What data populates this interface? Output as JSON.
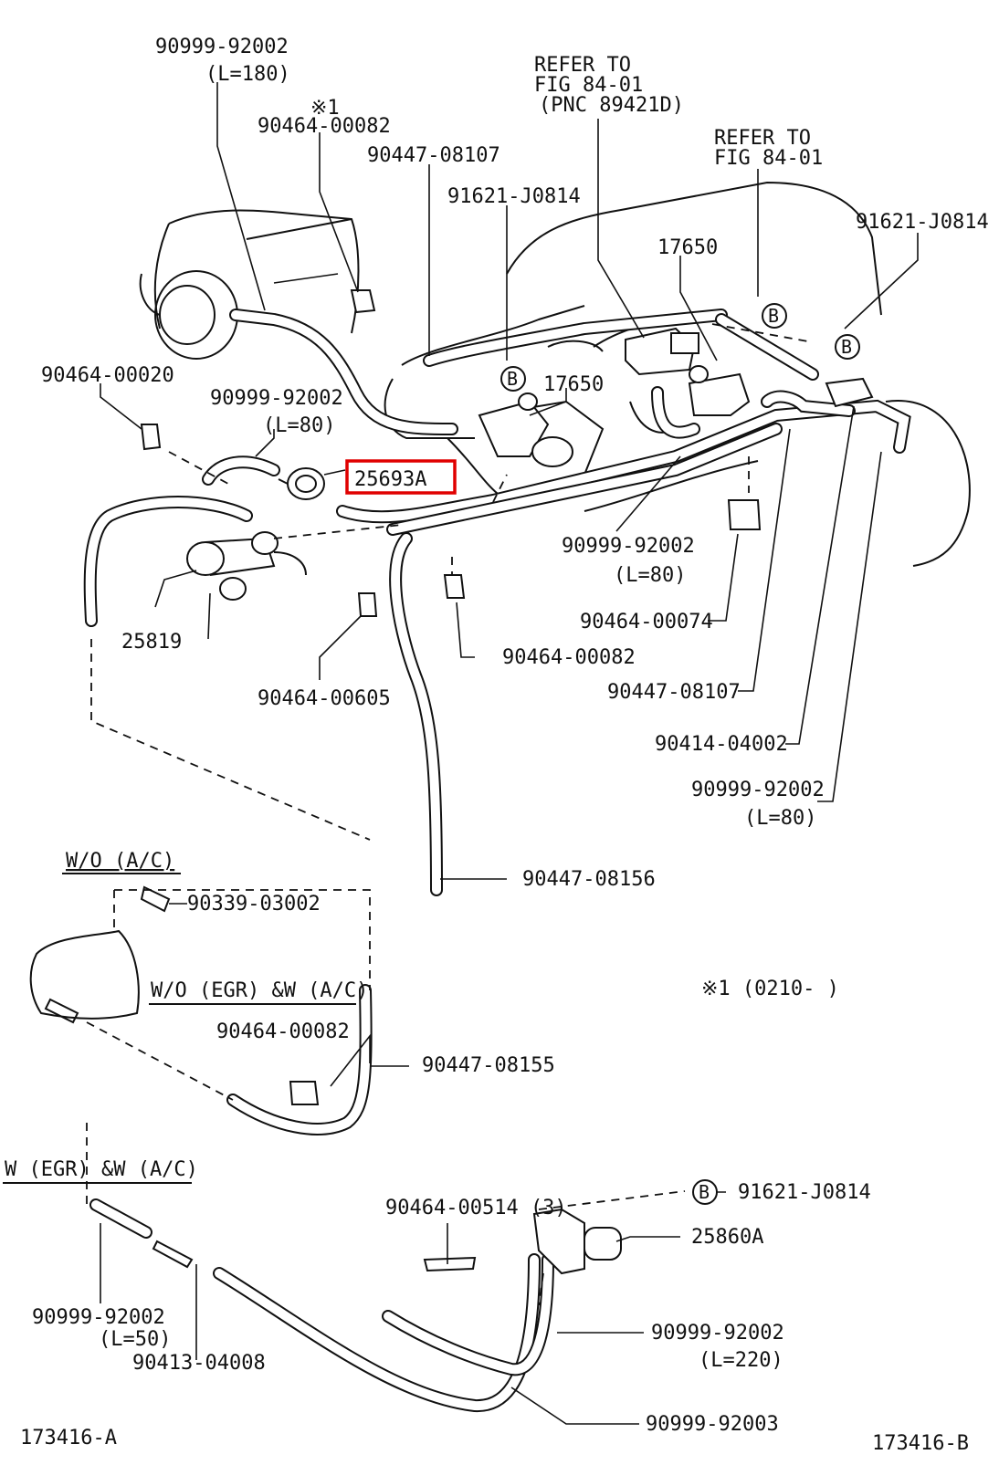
{
  "diagram": {
    "callouts": {
      "c_90999_92002_top": "90999-92002",
      "c_L180": "(L=180)",
      "c_note1_top": "※1",
      "c_90464_00082_top": "90464-00082",
      "c_90447_08107_top": "90447-08107",
      "c_91621_J0814_a": "91621-J0814",
      "c_refer1_l1": "REFER TO",
      "c_refer1_l2": "FIG 84-01",
      "c_refer1_l3": "(PNC 89421D)",
      "c_refer2_l1": "REFER TO",
      "c_refer2_l2": "FIG 84-01",
      "c_91621_J0814_b": "91621-J0814",
      "c_17650_a": "17650",
      "c_17650_b": "17650",
      "c_90464_00020": "90464-00020",
      "c_90999_92002_mid": "90999-92002",
      "c_L80_a": "(L=80)",
      "c_25693A": "25693A",
      "c_25819": "25819",
      "c_90999_92002_r": "90999-92002",
      "c_L80_b": "(L=80)",
      "c_90464_00074": "90464-00074",
      "c_90464_00082_mid": "90464-00082",
      "c_90464_00605": "90464-00605",
      "c_90447_08107_b": "90447-08107",
      "c_90414_04002": "90414-04002",
      "c_90999_92002_r2": "90999-92002",
      "c_L80_c": "(L=80)",
      "c_90447_08156": "90447-08156",
      "c_wo_ac": "W/O (A/C)",
      "c_90339_03002": "90339-03002",
      "c_note1_range": "※1 (0210-        )",
      "c_wo_egr_ac": "W/O (EGR) &W (A/C)",
      "c_90464_00082_low": "90464-00082",
      "c_90447_08155": "90447-08155",
      "c_w_egr_ac": "W (EGR) &W (A/C)",
      "c_90464_00514": "90464-00514 (3)",
      "c_91621_J0814_c": "91621-J0814",
      "c_25860A": "25860A",
      "c_90999_92002_bl": "90999-92002",
      "c_L50": "(L=50)",
      "c_90413_04008": "90413-04008",
      "c_90999_92002_br": "90999-92002",
      "c_L220": "(L=220)",
      "c_90999_92003": "90999-92003",
      "c_fig_a": "173416-A",
      "c_fig_b": "173416-B"
    },
    "markers": {
      "b1": "B",
      "b2": "B",
      "b3": "B",
      "b4": "B"
    },
    "highlight_color": "#e00000"
  }
}
